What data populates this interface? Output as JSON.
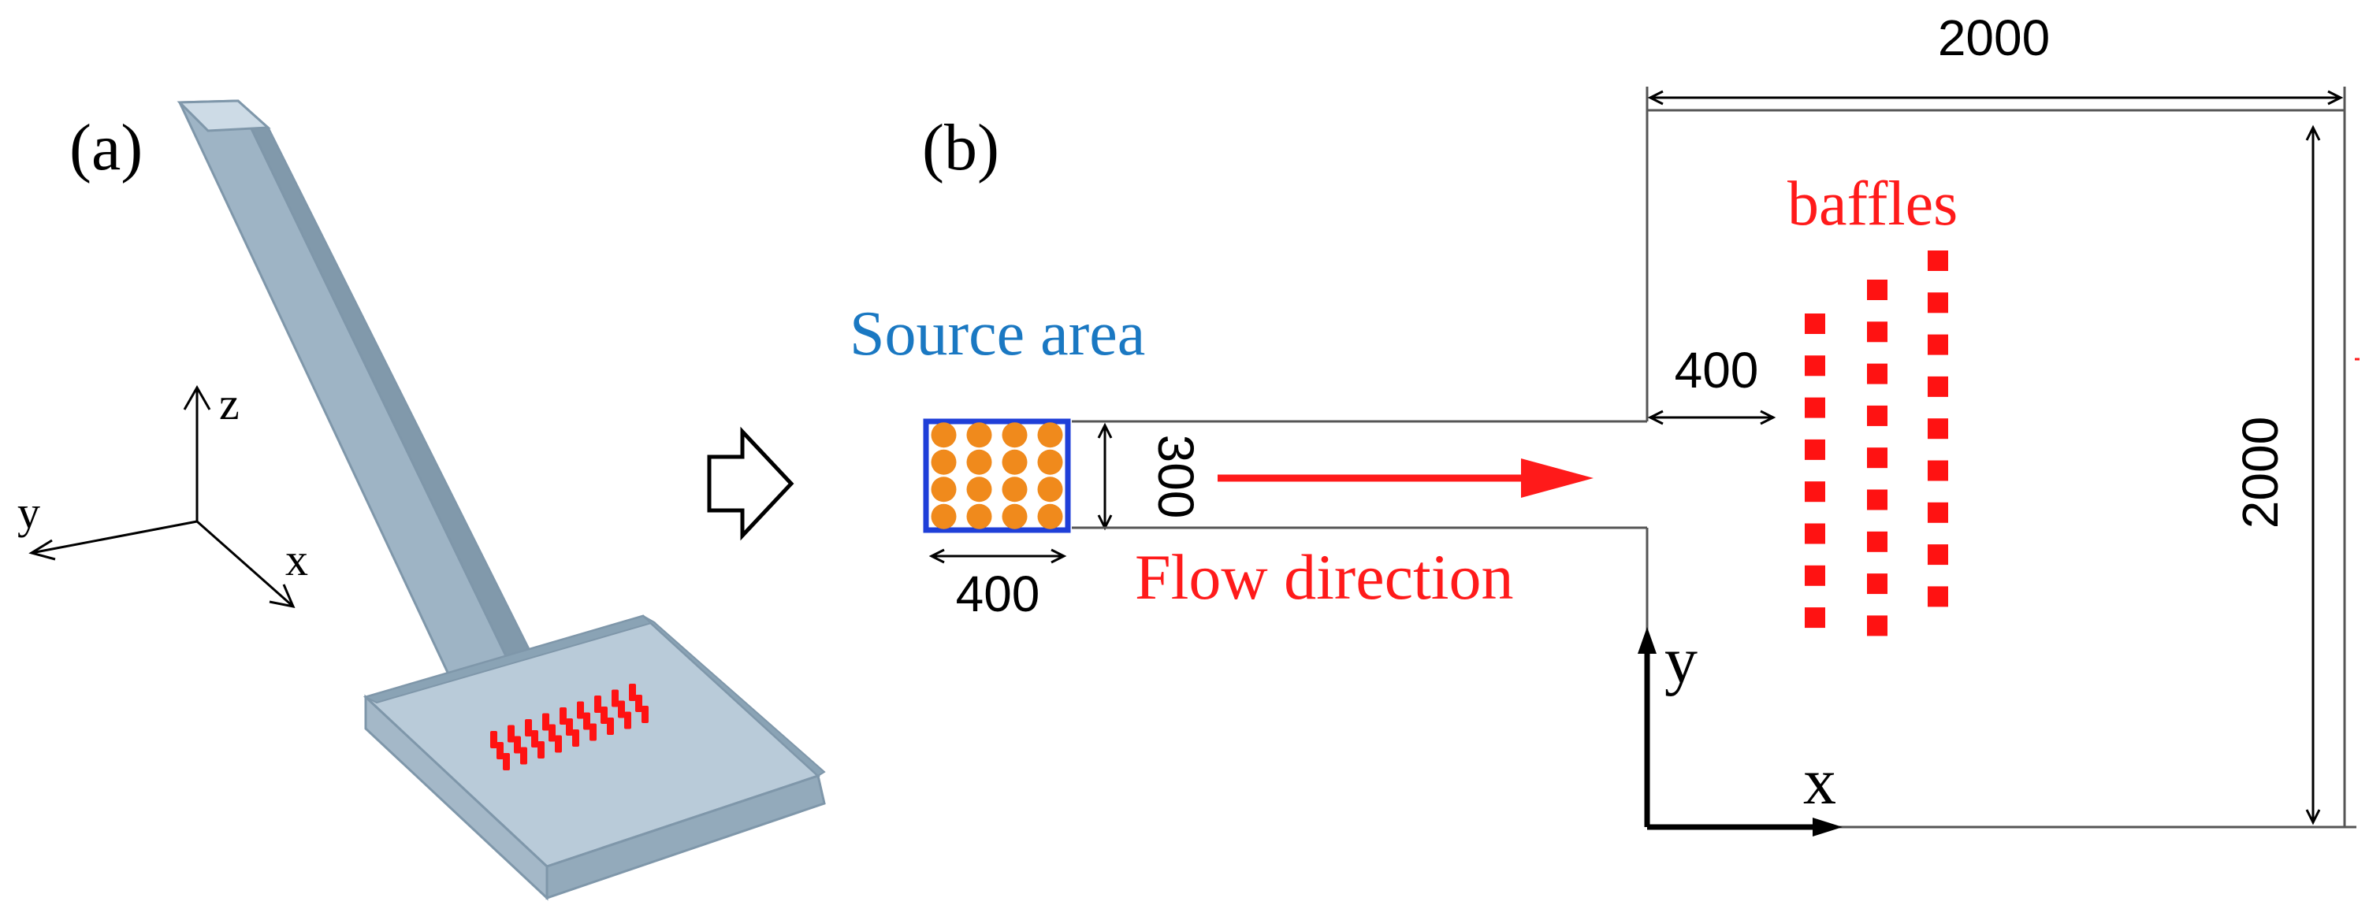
{
  "panels": {
    "a": {
      "label": "(a)"
    },
    "b": {
      "label": "(b)"
    }
  },
  "axes_3d": {
    "x": "x",
    "y": "y",
    "z": "z"
  },
  "axes_2d": {
    "x": "x",
    "y": "y"
  },
  "source_area": {
    "title": "Source area",
    "width_label": "400",
    "height_label": "300",
    "grid_cols": 4,
    "grid_rows": 4
  },
  "flow": {
    "label": "Flow direction"
  },
  "domain": {
    "width_label": "2000",
    "height_label": "2000",
    "inlet_offset_label": "400"
  },
  "baffles": {
    "label": "baffles",
    "columns": [
      {
        "count": 8
      },
      {
        "count": 9
      },
      {
        "count": 9
      }
    ],
    "rows_in_3d": 9
  },
  "colors": {
    "source_border": "#1f3fd8",
    "source_dot": "#f08a1c",
    "source_text": "#1a78c2",
    "baffle": "#ff1212",
    "flow_text": "#ff1a1a",
    "arrow": "#ff1a1a",
    "line": "#000000",
    "grey_line": "#555555",
    "model_top": "#b9cbd9",
    "model_side": "#8aa3b5",
    "model_front": "#a4b8c8",
    "model_edge": "#7f97aa"
  }
}
